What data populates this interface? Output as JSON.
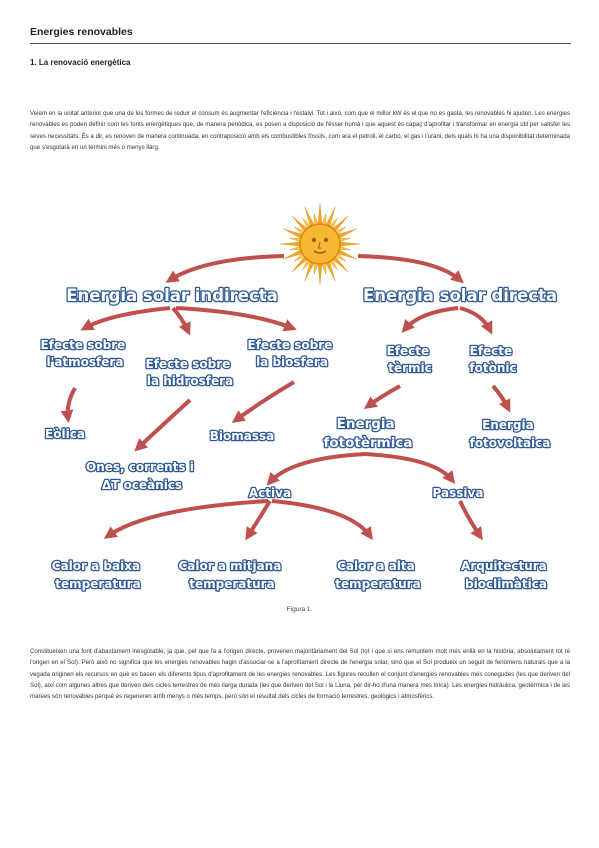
{
  "page": {
    "title": "Energies renovables",
    "section_heading": "1. La renovació energètica",
    "intro_paragraph": "Veiem en la unitat anterior que una de les formes de reduir el consum és augmentar l'eficiència i l'estalvi. Tot i això, com que el millor kW és el que no es gasta, les renovables hi ajuden. Les energies renovables es poden definir com les fonts energètiques que, de manera periòdica, es posen a disposició de l'ésser humà i que aquest és capaç d'aprofitar i transformar en energia útil per satisfer les seves necessitats. És a dir, es renoven de manera continuada, en contraposició amb els combustibles fòssils, com ara el petroli, el carbó, el gas i l'urani, dels quals hi ha una disponibilitat determinada que s'esgotarà en un termini més o menys llarg.",
    "caption": "Figura 1.",
    "body_paragraph": "Constitueixen una font d'abastament inesgotable, ja que, pel que fa a l'origen directe, provenen majoritàriament del Sol (tot i que si ens remuntem molt més enllà en la història, absolutament tot té l'origen en el Sol). Però això no significa que les energies renovables hagin d'associar-se a l'aprofitament directe de l'energia solar, sinó que el Sol produeix un seguit de fenòmens naturals que a la vegada originen els recursos en què es basen els diferents tipus d'aprofitament de les energies renovables. Les figures recullen el conjunt d'energies renovables més conegudes (les que deriven del Sol), així com algunes altres que deriven dels cicles terrestres de més llarga durada (les que deriven del Sol i la Lluna, per dir-ho d'una manera més lírica). Les energies hidràulica, geotèrmica i de les marees són renovables perquè es regeneren amb menys o més temps, però són el resultat dels cicles de formació terrestres, geològics i atmosfèrics."
  },
  "diagram": {
    "sun_icon": "sun-icon",
    "colors": {
      "arrow": "#c0504d",
      "node_outline": "#2f5a96",
      "node_fill": "#ffffff",
      "sun": "#f7b733"
    },
    "indirecta": "Energia solar indirecta",
    "directa": "Energia solar directa",
    "efecte_atmosfera": [
      "Efecte sobre",
      "l'atmosfera"
    ],
    "efecte_hidrosfera": [
      "Efecte sobre",
      "la hidrosfera"
    ],
    "efecte_biosfera": [
      "Efecte sobre",
      "la biosfera"
    ],
    "efecte_termic": [
      "Efecte",
      "tèrmic"
    ],
    "efecte_fotonic": [
      "Efecte",
      "fotònic"
    ],
    "eolica": "Eòlica",
    "ones": [
      "Ones, corrents i",
      "ΔT oceànics"
    ],
    "biomassa": "Biomassa",
    "fototermica": [
      "Energia",
      "fototèrmica"
    ],
    "fotovoltaica": [
      "Energia",
      "fotovoltaica"
    ],
    "activa": "Activa",
    "passiva": "Passiva",
    "baixa": [
      "Calor a baixa",
      "temperatura"
    ],
    "mitjana": [
      "Calor a mitjana",
      "temperatura"
    ],
    "alta": [
      "Calor a alta",
      "temperatura"
    ],
    "arquitectura": [
      "Arquitectura",
      "bioclimàtica"
    ]
  }
}
